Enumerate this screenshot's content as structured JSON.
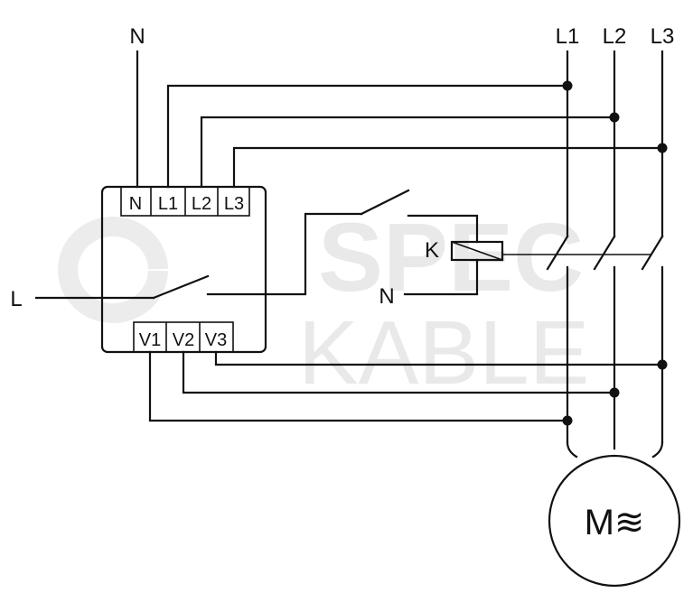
{
  "labels": {
    "n_top": "N",
    "l1": "L1",
    "l2": "L2",
    "l3": "L3",
    "l_input": "L",
    "n_coil": "N",
    "relay": "K",
    "motor": "M≋"
  },
  "terminals": {
    "top": [
      "N",
      "L1",
      "L2",
      "L3"
    ],
    "bottom": [
      "V1",
      "V2",
      "V3"
    ]
  },
  "watermark": {
    "line1": "SPEC",
    "line2": "KABLE"
  }
}
